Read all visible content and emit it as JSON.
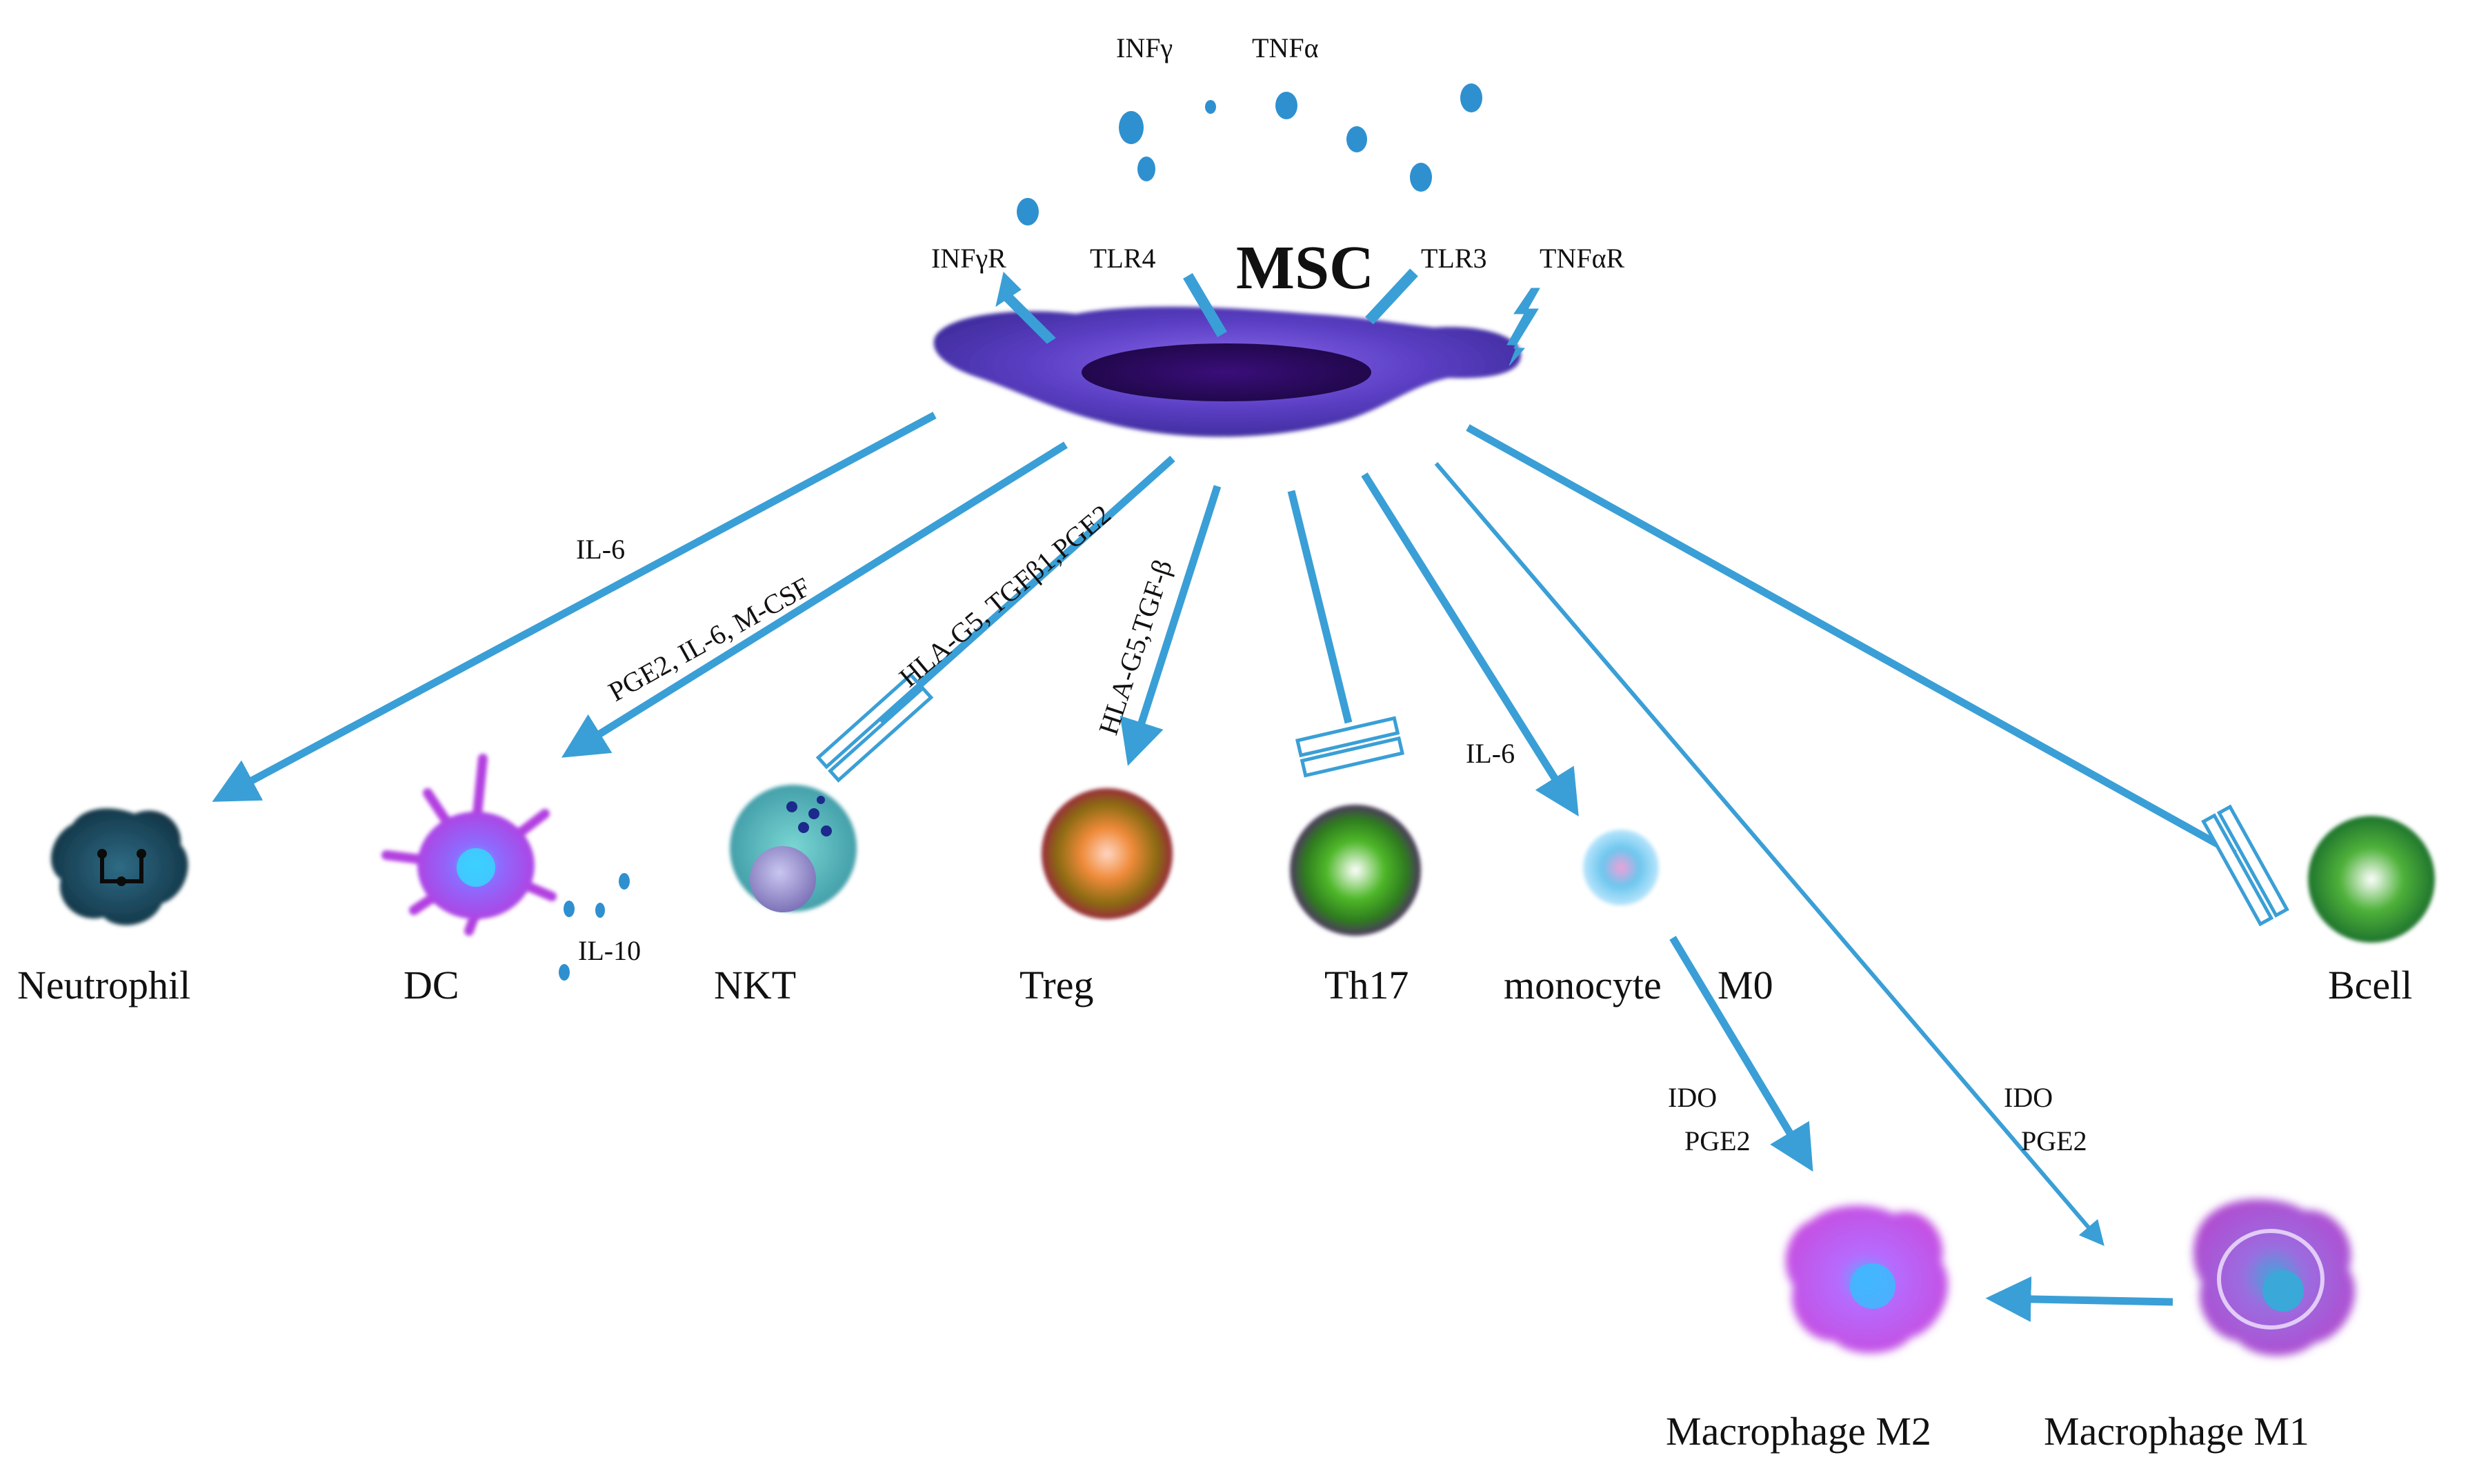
{
  "title": "MSC",
  "cytokines_top": {
    "inf_gamma": "INFγ",
    "tnf_alpha": "TNFα"
  },
  "receptors": {
    "inf_gamma_r": "INFγR",
    "tlr4": "TLR4",
    "tlr3": "TLR3",
    "tnf_alpha_r": "TNFαR"
  },
  "arrow_labels": {
    "neutrophil": "IL-6",
    "dc": "PGE2, IL-6, M-CSF",
    "nkt": "HLA-G5, TGFβ1,PGE2",
    "treg": "HLA-G5,TGF-β",
    "monocyte": "IL-6",
    "m2_ido": "IDO",
    "m2_pge2": "PGE2",
    "m1_ido": "IDO",
    "m1_pge2": "PGE2"
  },
  "dc_secreted": "IL-10",
  "cells": {
    "neutrophil": "Neutrophil",
    "dc": "DC",
    "nkt": "NKT",
    "treg": "Treg",
    "th17": "Th17",
    "monocyte": "monocyte",
    "m0": "M0",
    "bcell": "Bcell",
    "macrophage_m2": "Macrophage  M2",
    "macrophage_m1": "Macrophage  M1"
  },
  "colors": {
    "arrow": "#3a9fd6",
    "msc_body": "#5b3fc4",
    "msc_nucleus": "#2a0b5e",
    "droplet": "#2f90d0"
  },
  "relations": [
    {
      "from": "MSC",
      "to": "Neutrophil",
      "type": "activates"
    },
    {
      "from": "MSC",
      "to": "DC",
      "type": "activates"
    },
    {
      "from": "MSC",
      "to": "NKT",
      "type": "inhibits"
    },
    {
      "from": "MSC",
      "to": "Treg",
      "type": "activates"
    },
    {
      "from": "MSC",
      "to": "Th17",
      "type": "inhibits"
    },
    {
      "from": "MSC",
      "to": "monocyte",
      "type": "activates"
    },
    {
      "from": "MSC",
      "to": "Macrophage M1",
      "type": "activates"
    },
    {
      "from": "MSC",
      "to": "Bcell",
      "type": "inhibits"
    },
    {
      "from": "monocyte",
      "to": "Macrophage M2",
      "type": "activates"
    },
    {
      "from": "Macrophage M1",
      "to": "Macrophage M2",
      "type": "activates"
    }
  ]
}
